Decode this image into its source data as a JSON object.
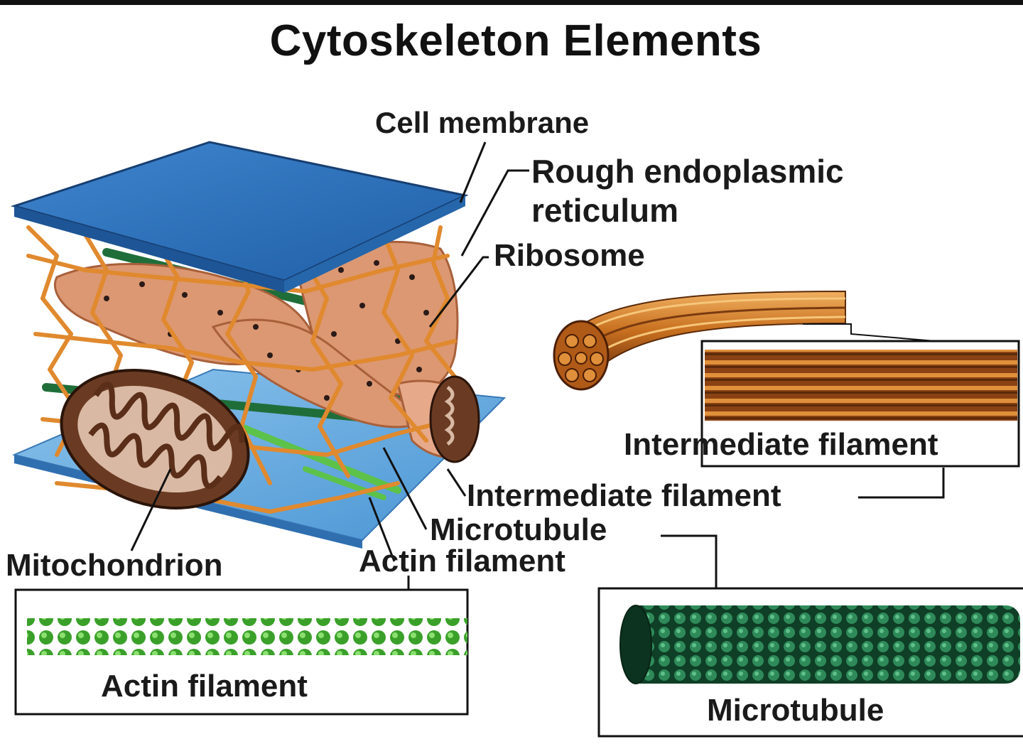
{
  "title": "Cytoskeleton Elements",
  "labels": {
    "cell_membrane": "Cell membrane",
    "rough_er": "Rough endoplasmic reticulum",
    "ribosome": "Ribosome",
    "intermediate_filament": "Intermediate filament",
    "microtubule": "Microtubule",
    "actin_filament": "Actin filament",
    "mitochondrion": "Mitochondrion"
  },
  "insets": {
    "intermediate_filament": "Intermediate filament",
    "actin_filament": "Actin filament",
    "microtubule": "Microtubule"
  },
  "colors": {
    "membrane": "#2f6fb8",
    "er": "#d9946a",
    "network": "#e0892e",
    "microtubule": "#1f6e3a",
    "actin": "#3a9a2a",
    "mitochondrion": "#6a3b22",
    "intermediate_filament": "#c8701f"
  }
}
